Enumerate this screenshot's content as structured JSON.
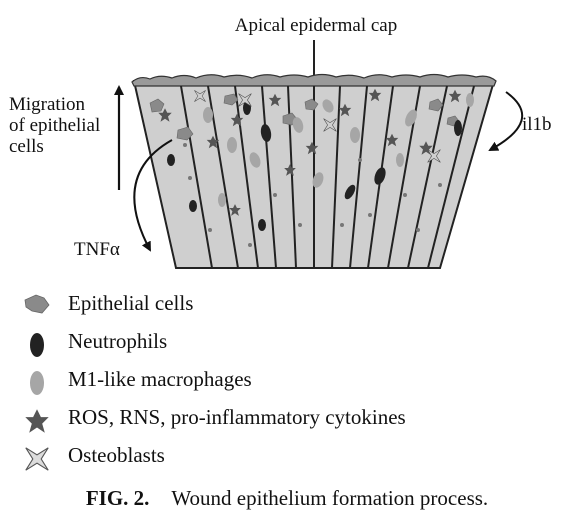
{
  "labels": {
    "cap": "Apical epidermal cap",
    "migration": [
      "Migration",
      "of epithelial",
      "cells"
    ],
    "il1b": "il1b",
    "tnfa": "TNFα"
  },
  "legend": [
    {
      "icon": "epithelial-cell-icon",
      "label": "Epithelial cells",
      "color": "#8a8a8a"
    },
    {
      "icon": "neutrophil-icon",
      "label": "Neutrophils",
      "color": "#222222"
    },
    {
      "icon": "macrophage-icon",
      "label": "M1-like macrophages",
      "color": "#a6a6a6"
    },
    {
      "icon": "ros-star-icon",
      "label": "ROS, RNS, pro-inflammatory cytokines",
      "color": "#555555"
    },
    {
      "icon": "osteoblast-icon",
      "label": "Osteoblasts",
      "color": "#cfcfcf"
    }
  ],
  "caption": {
    "number": "FIG. 2.",
    "text": "Wound epithelium formation process."
  },
  "colors": {
    "tissue_fill": "#cfcfcf",
    "outline": "#222222"
  }
}
